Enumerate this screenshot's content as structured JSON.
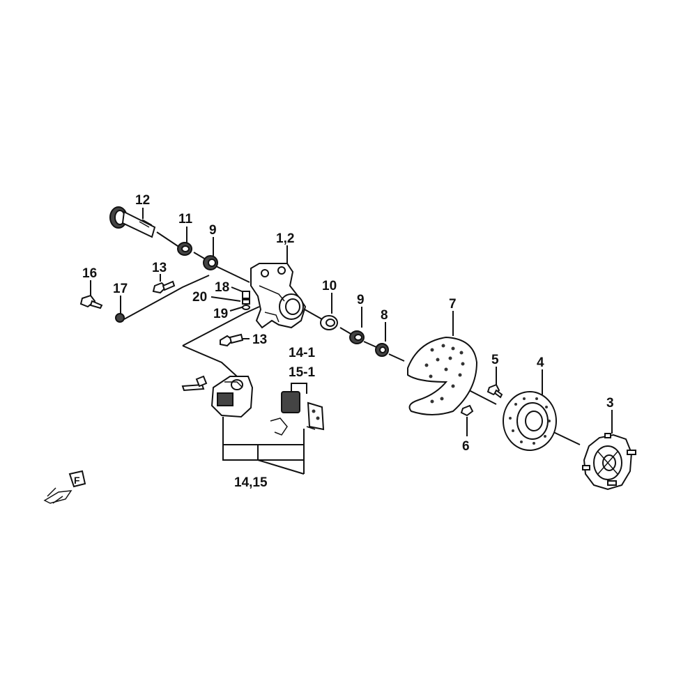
{
  "labels": {
    "p12": "12",
    "p11": "11",
    "p9a": "9",
    "p1_2": "1,2",
    "p16": "16",
    "p13a": "13",
    "p17": "17",
    "p18": "18",
    "p20": "20",
    "p19": "19",
    "p10": "10",
    "p9b": "9",
    "p8": "8",
    "p7": "7",
    "p13b": "13",
    "p14_1": "14-1",
    "p15_1": "15-1",
    "p5": "5",
    "p4": "4",
    "p3": "3",
    "p6": "6",
    "p14_15": "14,15",
    "front_marker": "F"
  }
}
